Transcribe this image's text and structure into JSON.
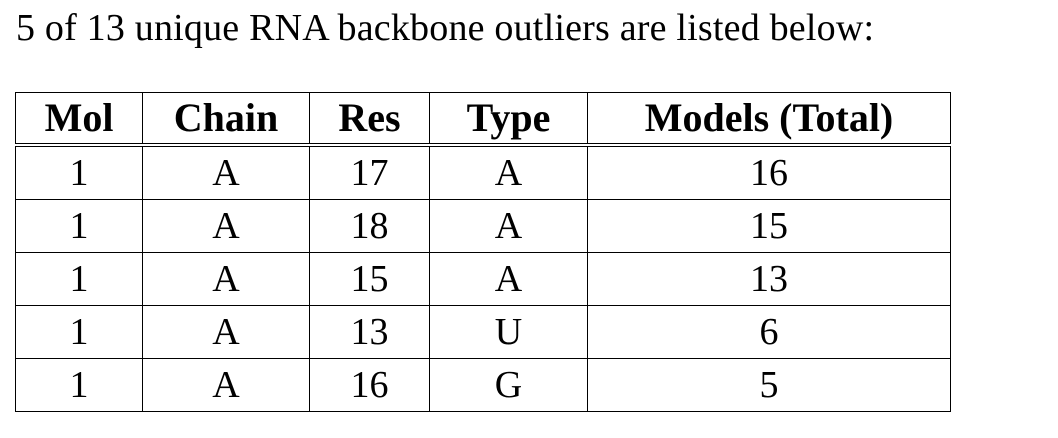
{
  "caption": "5 of 13 unique RNA backbone outliers are listed below:",
  "table": {
    "columns": [
      "Mol",
      "Chain",
      "Res",
      "Type",
      "Models (Total)"
    ],
    "rows": [
      [
        "1",
        "A",
        "17",
        "A",
        "16"
      ],
      [
        "1",
        "A",
        "18",
        "A",
        "15"
      ],
      [
        "1",
        "A",
        "15",
        "A",
        "13"
      ],
      [
        "1",
        "A",
        "13",
        "U",
        "6"
      ],
      [
        "1",
        "A",
        "16",
        "G",
        "5"
      ]
    ]
  }
}
